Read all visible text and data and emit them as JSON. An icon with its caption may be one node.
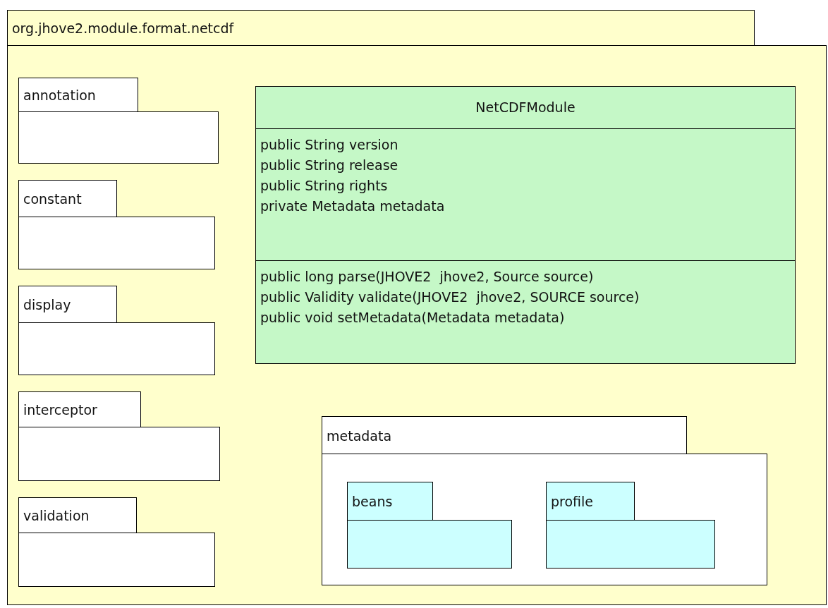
{
  "diagram": {
    "nodes": [
      {
        "text": [
          "org.jhove2.module.format.netcdf"
        ]
      },
      {
        "text": [
          "annotation"
        ],
        "in": 0
      },
      {
        "text": [
          "constant"
        ],
        "in": 0
      },
      {
        "text": [
          "display"
        ],
        "in": 0
      },
      {
        "text": [
          "interceptor"
        ],
        "in": 0
      },
      {
        "text": [
          "validation"
        ],
        "in": 0
      },
      {
        "text": [
          "NetCDFModule",
          "public String version",
          "public String release",
          "public String rights",
          "private Metadata metadata",
          "public long parse(JHOVE2  jhove2, Source source)",
          "public Validity validate(JHOVE2  jhove2, SOURCE source)",
          "public void setMetadata(Metadata metadata)"
        ],
        "in": 0
      },
      {
        "text": [
          "metadata"
        ],
        "in": 0
      },
      {
        "text": [
          "beans"
        ],
        "in": 7
      },
      {
        "text": [
          "profile"
        ],
        "in": 7
      }
    ]
  }
}
